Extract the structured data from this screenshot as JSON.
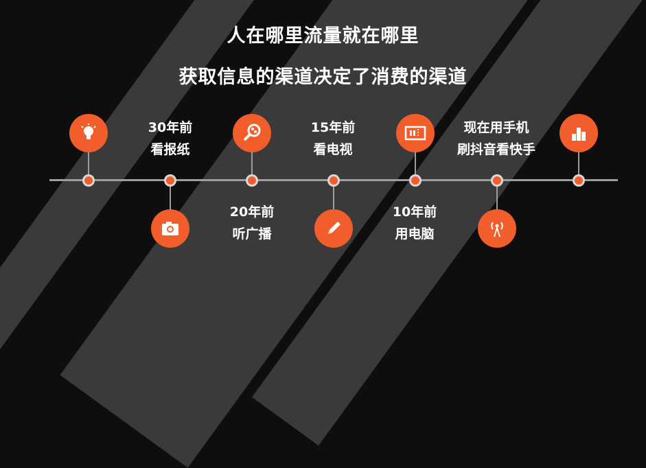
{
  "titles": {
    "line1": "人在哪里流量就在哪里",
    "line2": "获取信息的渠道决定了消费的渠道"
  },
  "colors": {
    "accent": "#f15d2b",
    "background": "#0e0e0e",
    "stripe": "#3a3a3a",
    "line": "#9e9e9e"
  },
  "timeline": [
    {
      "icon": "lightbulb-icon"
    },
    {
      "line1": "30年前",
      "line2": "看报纸",
      "icon": "camera-icon"
    },
    {
      "line1": "20年前",
      "line2": "听广播",
      "icon": "magnifier-icon"
    },
    {
      "line1": "15年前",
      "line2": "看电视",
      "icon": "pencil-icon"
    },
    {
      "line1": "10年前",
      "line2": "用电脑",
      "icon": "ticket-icon"
    },
    {
      "line1": "现在用手机",
      "line2": "刷抖音看快手",
      "icon": "signal-tower-icon"
    },
    {
      "icon": "bar-chart-icon"
    }
  ]
}
